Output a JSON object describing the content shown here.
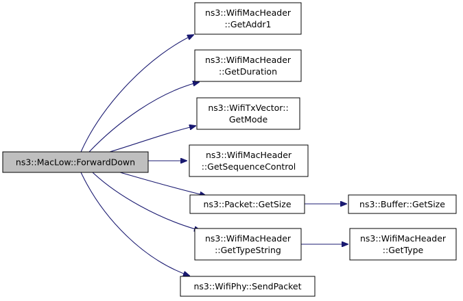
{
  "colors": {
    "edge": "#191970",
    "root_fill": "#bfbfbf",
    "node_fill": "#ffffff",
    "border": "#000000"
  },
  "nodes": [
    {
      "id": "forwarddown",
      "lines": [
        "ns3::MacLow::ForwardDown"
      ],
      "root": true
    },
    {
      "id": "getaddr1",
      "lines": [
        "ns3::WifiMacHeader",
        "::GetAddr1"
      ]
    },
    {
      "id": "getduration",
      "lines": [
        "ns3::WifiMacHeader",
        "::GetDuration"
      ]
    },
    {
      "id": "getmode",
      "lines": [
        "ns3::WifiTxVector::",
        "GetMode"
      ]
    },
    {
      "id": "getsequencecontrol",
      "lines": [
        "ns3::WifiMacHeader",
        "::GetSequenceControl"
      ]
    },
    {
      "id": "packet-getsize",
      "lines": [
        "ns3::Packet::GetSize"
      ]
    },
    {
      "id": "gettypestring",
      "lines": [
        "ns3::WifiMacHeader",
        "::GetTypeString"
      ]
    },
    {
      "id": "sendpacket",
      "lines": [
        "ns3::WifiPhy::SendPacket"
      ]
    },
    {
      "id": "buffer-getsize",
      "lines": [
        "ns3::Buffer::GetSize"
      ]
    },
    {
      "id": "gettype",
      "lines": [
        "ns3::WifiMacHeader",
        "::GetType"
      ]
    }
  ],
  "edges": [
    {
      "from": "forwarddown",
      "to": "getaddr1"
    },
    {
      "from": "forwarddown",
      "to": "getduration"
    },
    {
      "from": "forwarddown",
      "to": "getmode"
    },
    {
      "from": "forwarddown",
      "to": "getsequencecontrol"
    },
    {
      "from": "forwarddown",
      "to": "packet-getsize"
    },
    {
      "from": "forwarddown",
      "to": "gettypestring"
    },
    {
      "from": "forwarddown",
      "to": "sendpacket"
    },
    {
      "from": "packet-getsize",
      "to": "buffer-getsize"
    },
    {
      "from": "gettypestring",
      "to": "gettype"
    }
  ]
}
